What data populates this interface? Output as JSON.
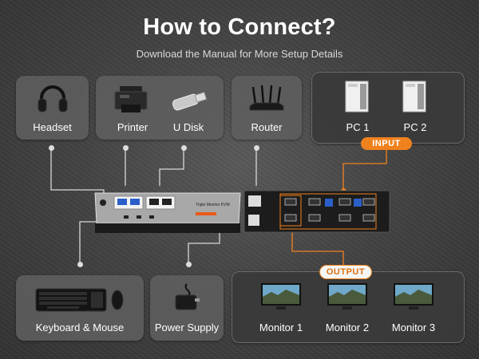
{
  "header": {
    "title": "How to Connect?",
    "subtitle": "Download the Manual for More Setup Details"
  },
  "top_devices": {
    "headset": "Headset",
    "printer": "Printer",
    "udisk": "U Disk",
    "router": "Router"
  },
  "inputs": {
    "badge": "INPUT",
    "pc1": "PC 1",
    "pc2": "PC 2"
  },
  "bottom_devices": {
    "keyboard_mouse": "Keyboard & Mouse",
    "power_supply": "Power Supply"
  },
  "outputs": {
    "badge": "OUTPUT",
    "monitor1": "Monitor 1",
    "monitor2": "Monitor 2",
    "monitor3": "Monitor 3"
  },
  "device": {
    "front_label": "Triple Monitor KVM"
  },
  "colors": {
    "accent": "#f0821e",
    "card": "#5f5f5f",
    "text": "#ffffff"
  },
  "icons": [
    "headset-icon",
    "printer-icon",
    "usb-drive-icon",
    "router-icon",
    "pc-tower-icon",
    "keyboard-icon",
    "mouse-icon",
    "power-adapter-icon",
    "monitor-icon",
    "kvm-switch-front",
    "kvm-switch-rear"
  ]
}
